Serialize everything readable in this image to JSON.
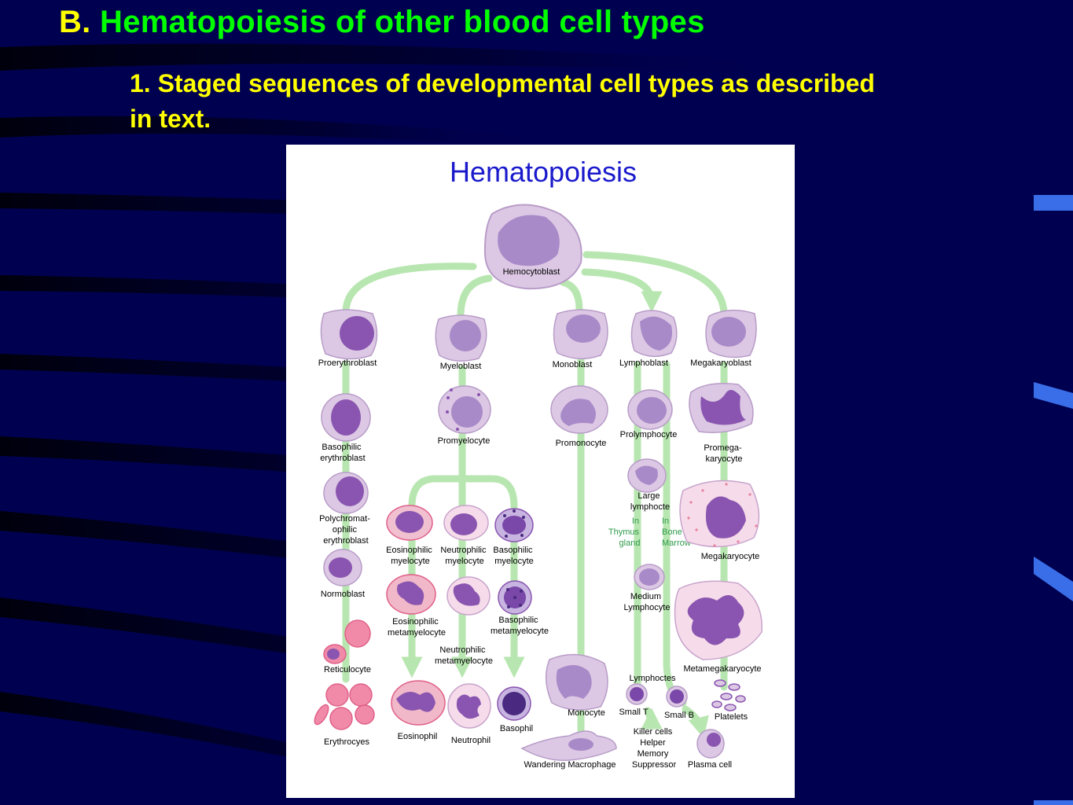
{
  "slide": {
    "section_letter": "B.",
    "title": "Hematopoiesis of other blood cell types",
    "subtitle": "1. Staged sequences of developmental cell types as described in text."
  },
  "diagram": {
    "title": "Hematopoiesis",
    "labels": {
      "hemocytoblast": "Hemocytoblast",
      "proerythroblast": "Proerythroblast",
      "myeloblast": "Myeloblast",
      "monoblast": "Monoblast",
      "lymphoblast": "Lymphoblast",
      "megakaryoblast": "Megakaryoblast",
      "basophilic_erythroblast": [
        "Basophilic",
        "erythroblast"
      ],
      "promyelocyte": "Promyelocyte",
      "promonocyte": "Promonocyte",
      "prolymphocyte": "Prolymphocyte",
      "promegakaryocyte": [
        "Promega-",
        "karyocyte"
      ],
      "polychromatophilic_erythroblast": [
        "Polychromat-",
        "ophilic",
        "erythroblast"
      ],
      "large_lymphocyte": [
        "Large",
        "lymphocte"
      ],
      "in_thymus": [
        "In",
        "Thymus",
        "gland"
      ],
      "in_bone_marrow": [
        "In",
        "Bone",
        "Marrow"
      ],
      "megakaryocyte": "Megakaryocyte",
      "eosinophilic_myelocyte": [
        "Eosinophilic",
        "myelocyte"
      ],
      "neutrophilic_myelocyte": [
        "Neutrophilic",
        "myelocyte"
      ],
      "basophilic_myelocyte": [
        "Basophilic",
        "myelocyte"
      ],
      "normoblast": "Normoblast",
      "eosinophilic_metamyelocyte": [
        "Eosinophilic",
        "metamyelocyte"
      ],
      "basophilic_metamyelocyte": [
        "Basophilic",
        "metamyelocyte"
      ],
      "neutrophilic_metamyelocyte": [
        "Neutrophilic",
        "metamyelocyte"
      ],
      "medium_lymphocyte": [
        "Medium",
        "Lymphocyte"
      ],
      "metamegakaryocyte": "Metamegakaryocyte",
      "reticulocyte": "Reticulocyte",
      "lymphocytes": "Lymphoctes",
      "monocyte": "Monocyte",
      "small_t": "Small T",
      "small_b": "Small B",
      "platelets": "Platelets",
      "erythrocytes": "Erythrocyes",
      "eosinophil": "Eosinophil",
      "neutrophil": "Neutrophil",
      "basophil": "Basophil",
      "killer_cells": [
        "Killer cells",
        "Helper",
        "Memory",
        "Suppressor"
      ],
      "wandering_macrophage": "Wandering Macrophage",
      "plasma_cell": "Plasma cell"
    }
  },
  "colors": {
    "background": "#000050",
    "title_green": "#00ff00",
    "title_yellow": "#ffff00",
    "diagram_title_blue": "#1a1acc",
    "arrow_green": "#b8e6b0",
    "location_text_green": "#2e9a4a",
    "cell_fill": "#dcc8e4",
    "nucleus": "#8a55b0",
    "rbc_red": "#e8506a"
  }
}
